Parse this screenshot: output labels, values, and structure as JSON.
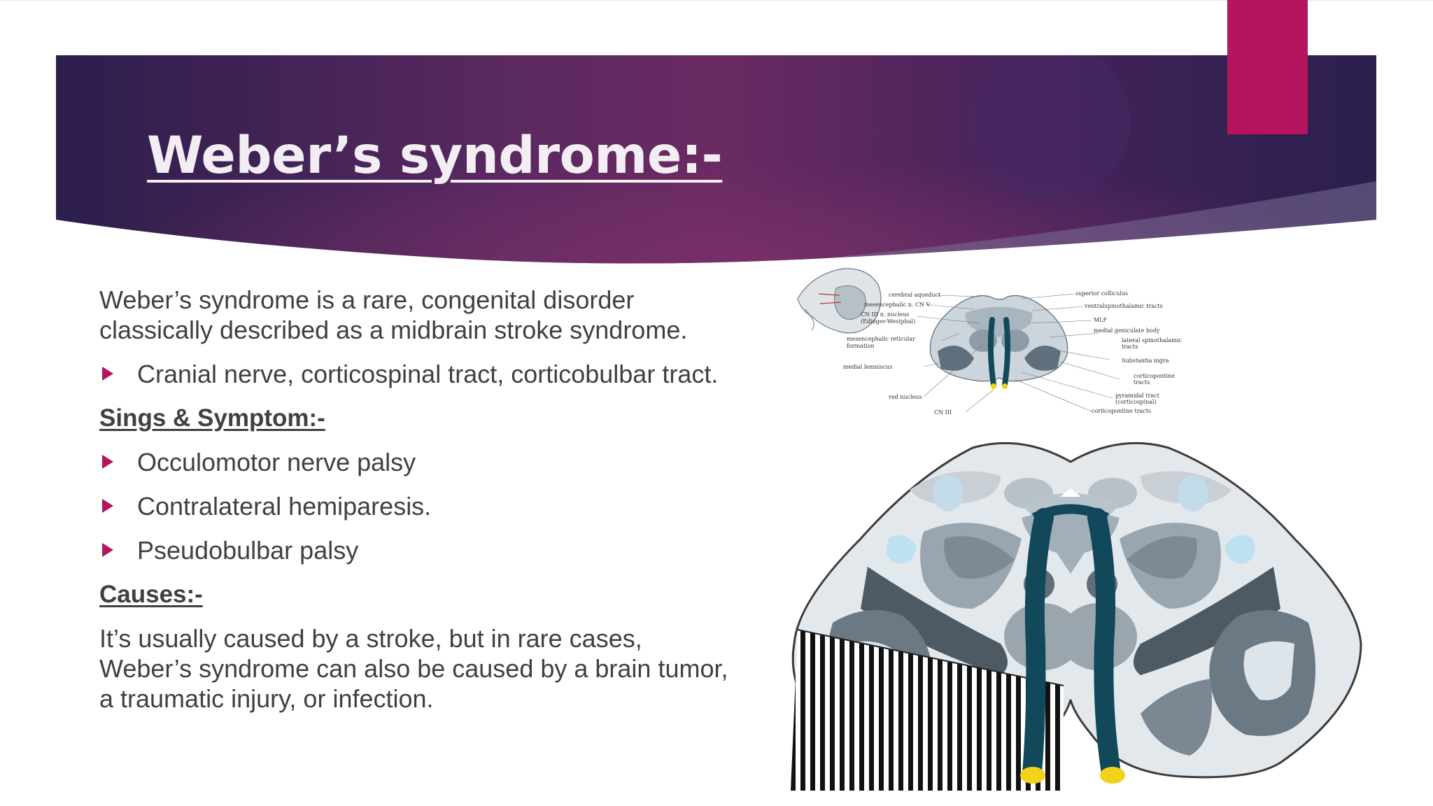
{
  "slide": {
    "title": "Weber’s syndrome:-",
    "intro": "Weber’s syndrome is a rare, congenital disorder classically described as a midbrain stroke syndrome.",
    "intro_bullets": [
      "Cranial nerve, corticospinal tract, corticobulbar tract."
    ],
    "signs_heading": "Sings & Symptom:-",
    "signs": [
      "Occulomotor nerve palsy",
      "Contralateral hemiparesis.",
      "Pseudobulbar palsy"
    ],
    "causes_heading": "Causes:-",
    "causes_text": "It’s usually caused by a stroke, but in rare cases, Weber’s syndrome can also be caused by a brain tumor, a traumatic injury, or infection."
  },
  "diagram": {
    "labels_left": [
      "cerebral aqueduct",
      "mesencephalic n. CN V",
      "CN III n. nucleus",
      "(Edinger-Westphal)",
      "mesencephalic reticular",
      "formation",
      "medial lemniscus",
      "red nucleus",
      "CN III"
    ],
    "labels_right": [
      "superior colliculus",
      "ventralspinothalamic tracts",
      "MLF",
      "medial geniculate body",
      "lateral spinothalamic",
      "tracts",
      "Substantia nigra",
      "corticopontine",
      "tracts",
      "pyramidal tract",
      "(corticospinal)",
      "corticopontine tracts"
    ]
  },
  "colors": {
    "banner_dark": "#2c1e4c",
    "banner_mid": "#6a2a62",
    "accent": "#B5145E",
    "body_text": "#404040",
    "nerve": "#11495a",
    "nerve_tip": "#f2d21b"
  }
}
